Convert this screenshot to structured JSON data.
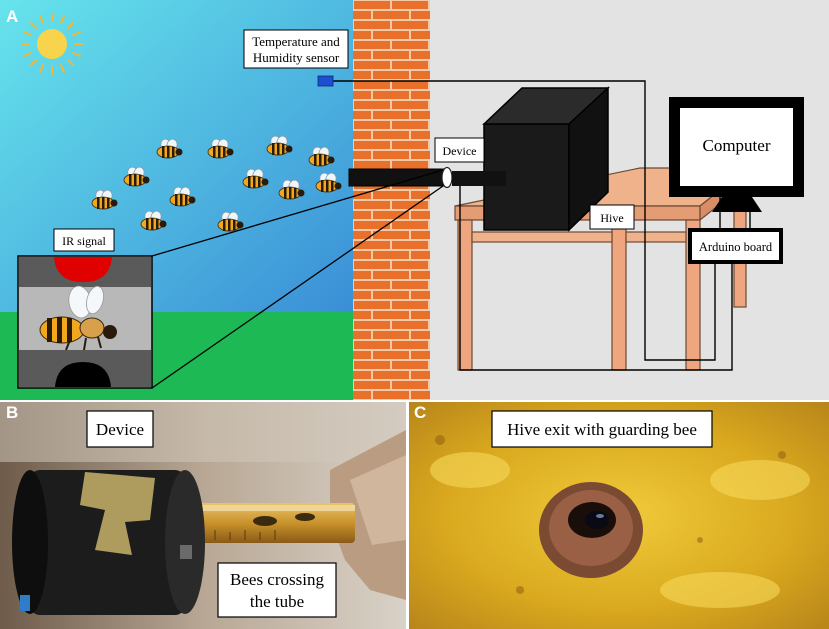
{
  "panels": {
    "a": {
      "letter": "A",
      "sensor_label_line1": "Temperature and",
      "sensor_label_line2": "Humidity sensor",
      "device_label": "Device",
      "hive_label": "Hive",
      "computer_label": "Computer",
      "arduino_label": "Arduino board",
      "ir_label": "IR signal"
    },
    "b": {
      "letter": "B",
      "device_label": "Device",
      "caption_line1": "Bees crossing",
      "caption_line2": "the tube"
    },
    "c": {
      "letter": "C",
      "caption": "Hive exit with guarding bee"
    }
  },
  "colors": {
    "sky_top": "#62E1EA",
    "sky_bottom": "#3C9BD9",
    "grass": "#1DB954",
    "brick": "#E8702A",
    "mortar": "#F4C9A8",
    "room": "#E3E3E3",
    "table": "#F0B28A",
    "hive_box": "#1A1A1A",
    "ir_red": "#E00000",
    "sensor_blue": "#1E4FCF",
    "honey": "#E5B825",
    "sun": "#F7D44B"
  }
}
